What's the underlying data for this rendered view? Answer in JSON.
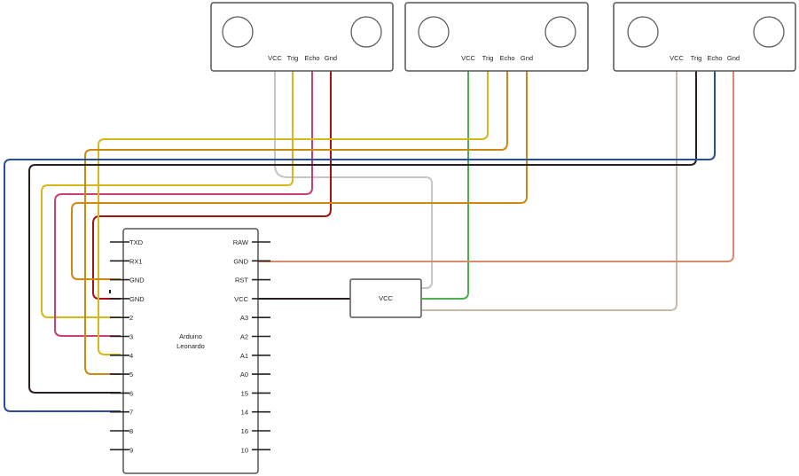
{
  "sensors": [
    {
      "id": "s1",
      "pins": [
        "VCC",
        "Trig",
        "Echo",
        "Gnd"
      ]
    },
    {
      "id": "s2",
      "pins": [
        "VCC",
        "Trig",
        "Echo",
        "Gnd"
      ]
    },
    {
      "id": "s3",
      "pins": [
        "VCC",
        "Trig",
        "Echo",
        "Gnd"
      ]
    }
  ],
  "board": {
    "title_line1": "Arduino",
    "title_line2": "Leonardo",
    "left_pins": [
      "TXD",
      "RX1",
      "GND",
      "GND",
      "2",
      "3",
      "4",
      "5",
      "6",
      "7",
      "8",
      "9"
    ],
    "right_pins": [
      "RAW",
      "GND",
      "RST",
      "VCC",
      "A3",
      "A2",
      "A1",
      "A0",
      "15",
      "14",
      "16",
      "10"
    ]
  },
  "power": {
    "label": "VCC"
  },
  "wire_colors": {
    "gray": "#c8c4be",
    "green": "#4caf50",
    "yellow": "#d4b81c",
    "orange": "#cc8a12",
    "pink": "#cc3f73",
    "red": "#a31212",
    "blue": "#2b4da0",
    "black": "#2a2020",
    "salmon": "#d98a6c",
    "tan": "#c9b9a9"
  }
}
